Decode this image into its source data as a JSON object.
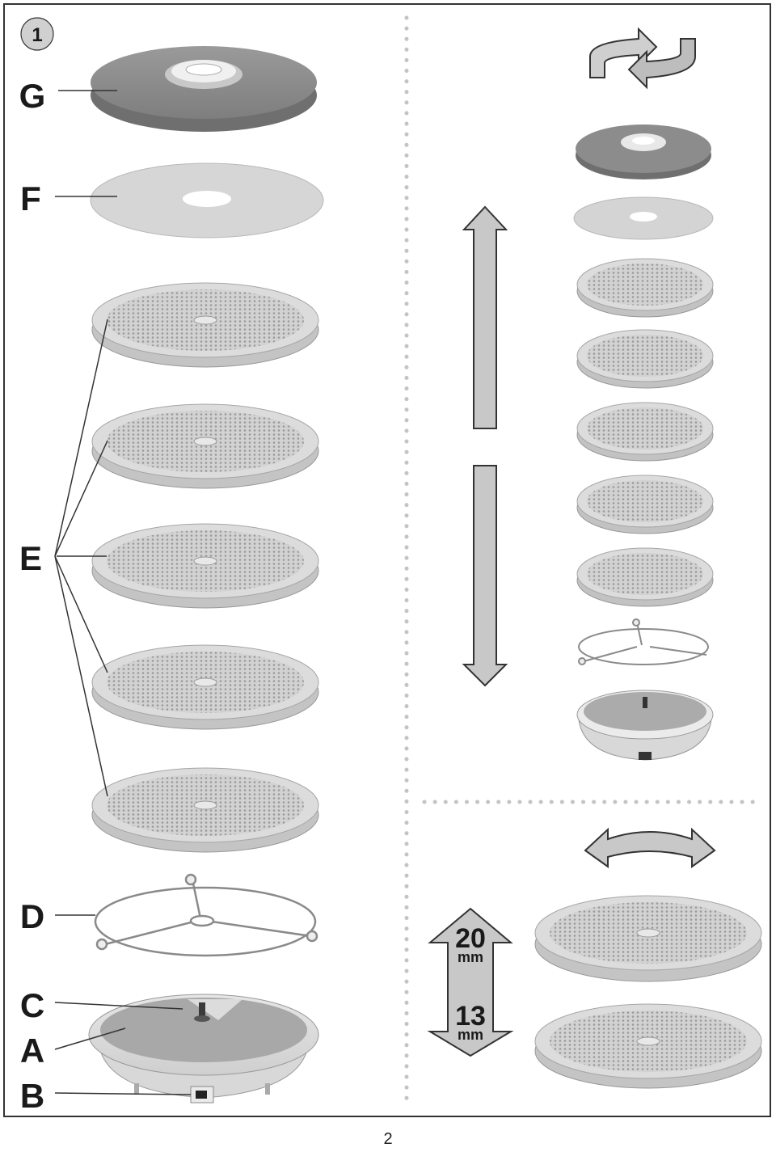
{
  "figure_number": "1",
  "parts": {
    "G": "G",
    "F": "F",
    "E": "E",
    "D": "D",
    "C": "C",
    "A": "A",
    "B": "B"
  },
  "spacing": {
    "high_value": "20",
    "high_unit": "mm",
    "low_value": "13",
    "low_unit": "mm"
  },
  "page_number": "2",
  "colors": {
    "lid": "#8f8f8f",
    "tray_rim": "#cfcfcf",
    "tray_mesh": "#bcbcbc",
    "arrow_fill": "#c8c8c8",
    "divider_dots": "#c4c4c4"
  },
  "icons": [
    "rotate-arrows-icon",
    "updown-arrow-icon",
    "swap-arrow-icon",
    "height-arrow-icon"
  ]
}
